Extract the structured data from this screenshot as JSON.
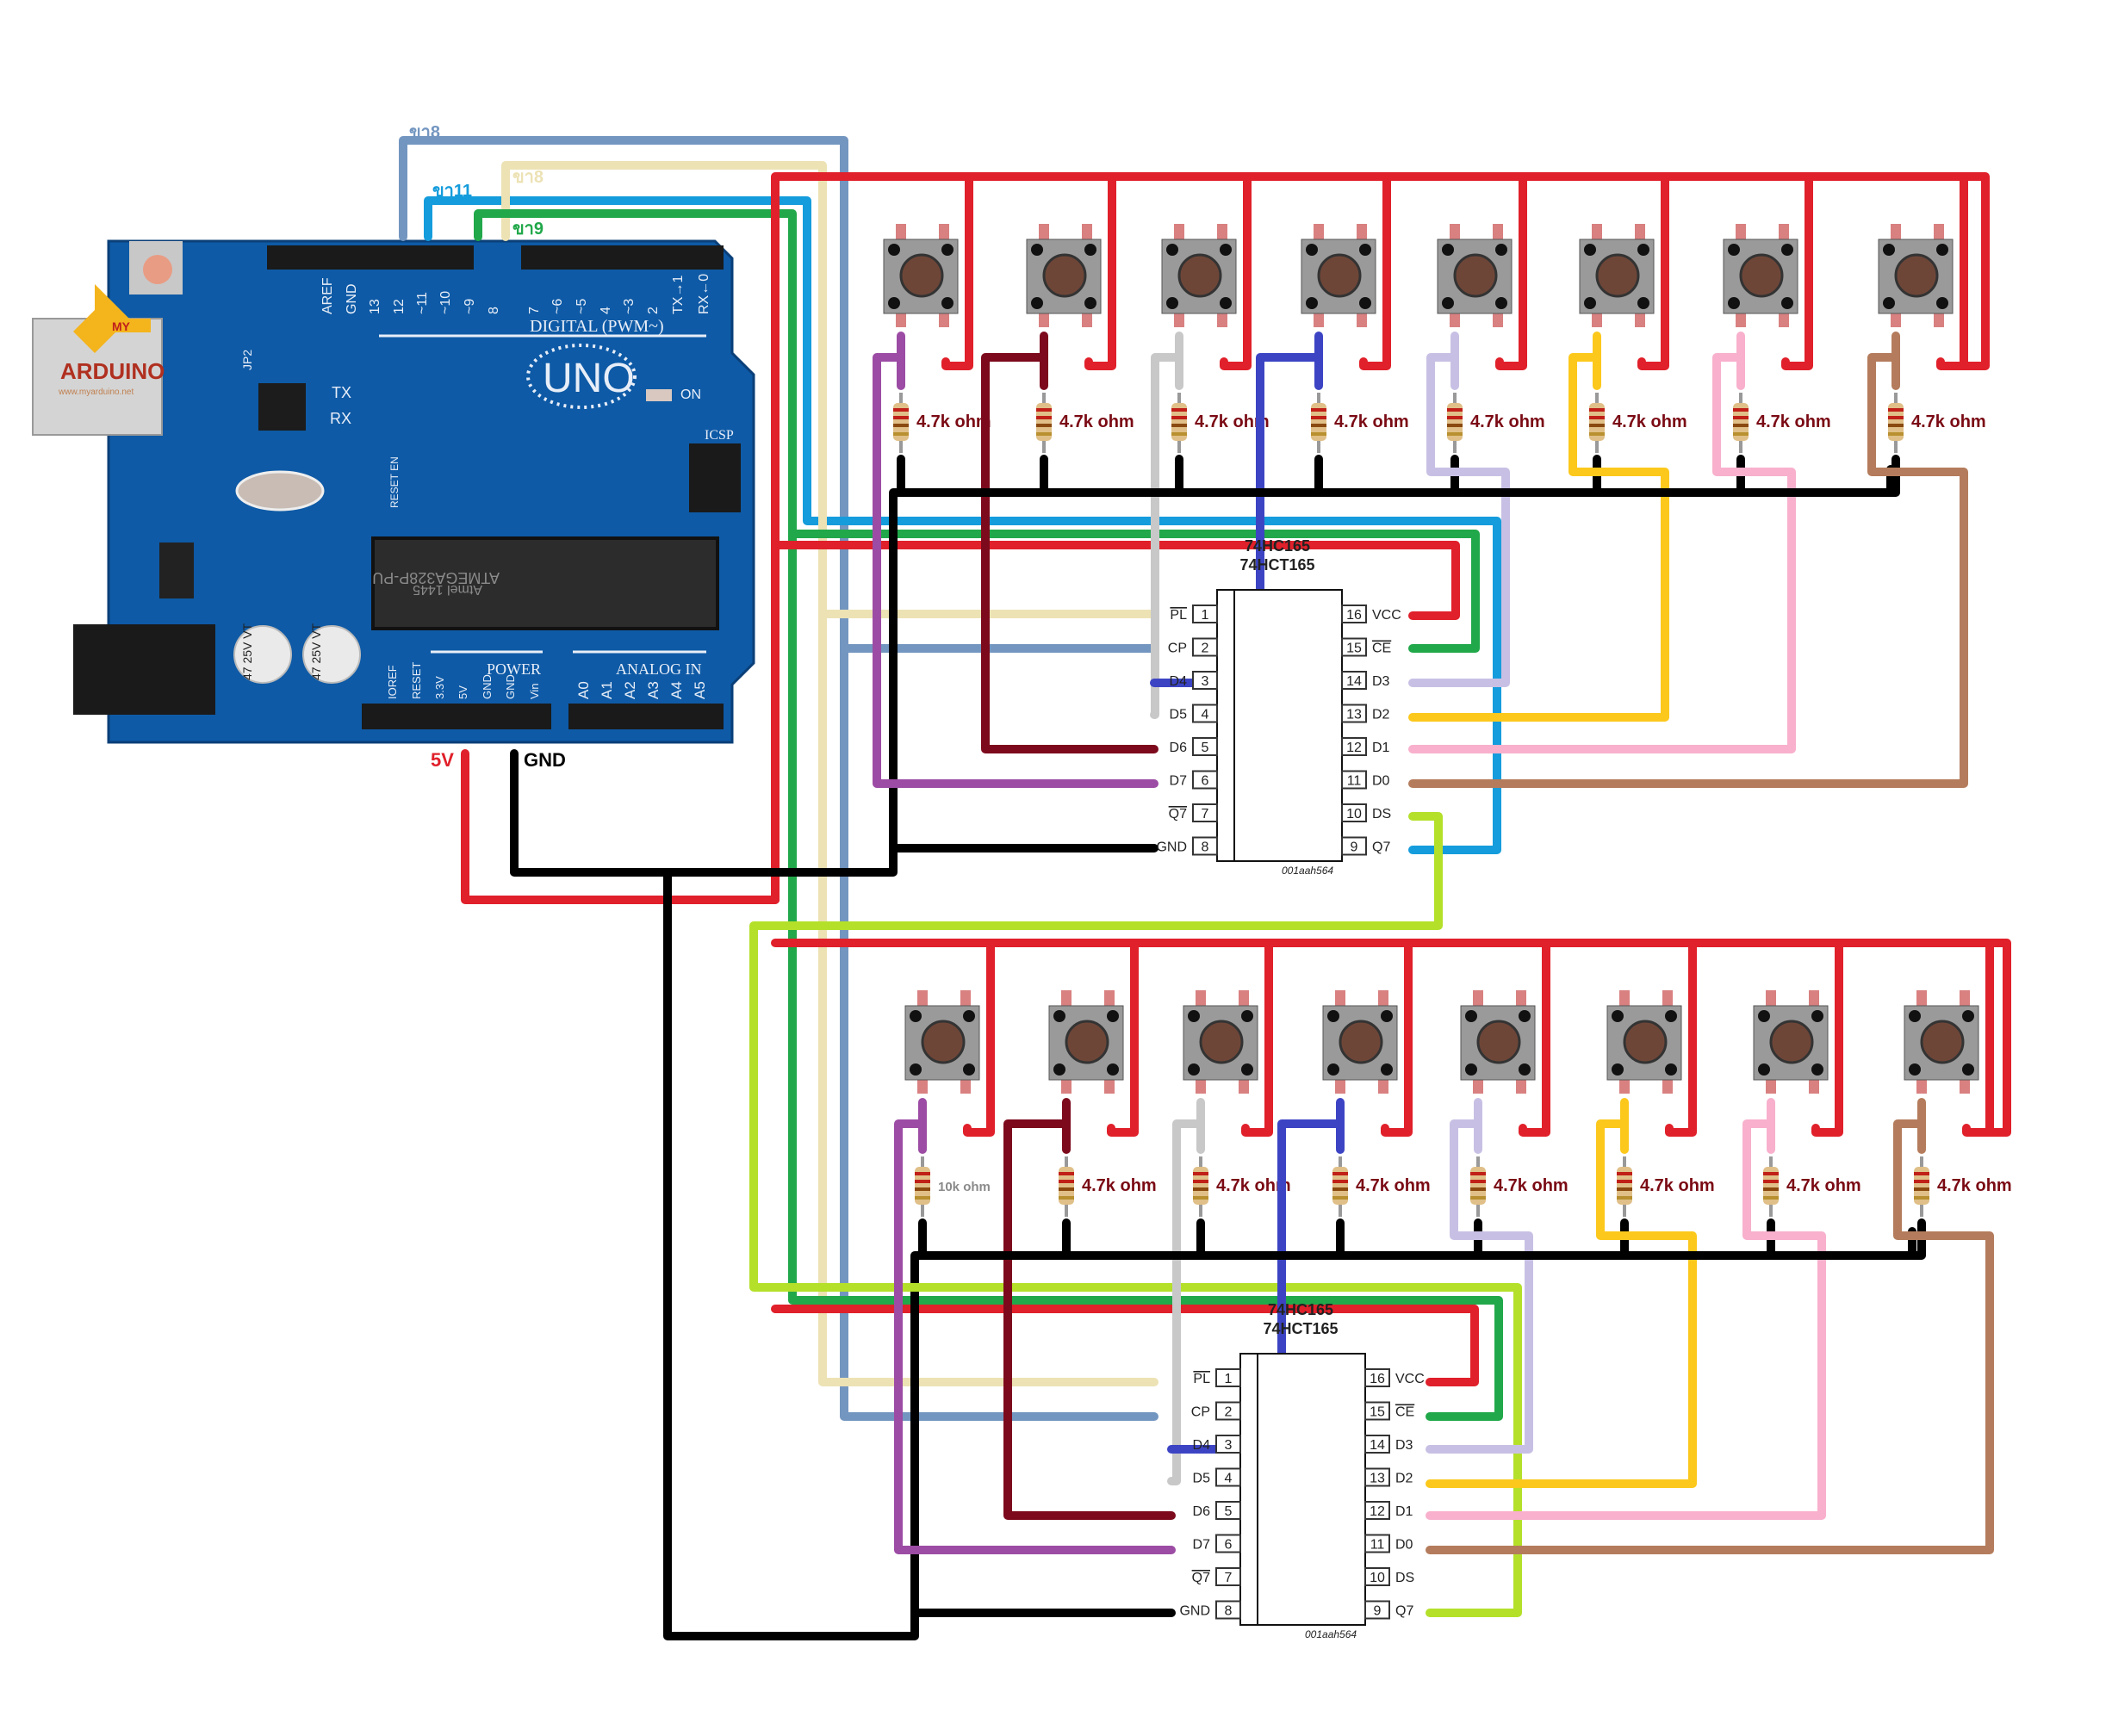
{
  "arduino": {
    "model": "UNO",
    "digital_header_label": "DIGITAL (PWM~)",
    "digital_pins": [
      "AREF",
      "GND",
      "13",
      "12",
      "~11",
      "~10",
      "~9",
      "8",
      "7",
      "~6",
      "~5",
      "4",
      "~3",
      "2",
      "TX→1",
      "RX←0"
    ],
    "power_header_label": "POWER",
    "power_pins": [
      "IOREF",
      "RESET",
      "3.3V",
      "5V",
      "GND",
      "GND",
      "Vin"
    ],
    "analog_header_label": "ANALOG IN",
    "analog_pins": [
      "A0",
      "A1",
      "A2",
      "A3",
      "A4",
      "A5"
    ],
    "mcu_text": "ATMEGA328P-PU",
    "mcu_sub": "Atmel 1445",
    "icsp_label": "ICSP",
    "on_label": "ON",
    "tx_label": "TX",
    "rx_label": "RX",
    "reset_en_label": "RESET EN",
    "jp2_label": "JP2",
    "cap_label": "47 25V VT",
    "watermark_my": "MY",
    "watermark_brand": "ARDUINO",
    "watermark_url": "www.myarduino.net"
  },
  "pin_refs": [
    {
      "label": "ขา8",
      "color": "#7396c0"
    },
    {
      "label": "ขา11",
      "color": "#149cdc"
    },
    {
      "label": "ขา8",
      "color": "#ece2b4"
    },
    {
      "label": "ขา9",
      "color": "#21a84a"
    }
  ],
  "power_labels": {
    "vcc": {
      "label": "5V",
      "color": "#e0202a"
    },
    "gnd": {
      "label": "GND",
      "color": "#000000"
    }
  },
  "chips": [
    {
      "title_line1": "74HC165",
      "title_line2": "74HCT165",
      "code": "001aah564",
      "left_pins": [
        {
          "num": "1",
          "name": "PL",
          "overline": true
        },
        {
          "num": "2",
          "name": "CP",
          "overline": false
        },
        {
          "num": "3",
          "name": "D4",
          "overline": false
        },
        {
          "num": "4",
          "name": "D5",
          "overline": false
        },
        {
          "num": "5",
          "name": "D6",
          "overline": false
        },
        {
          "num": "6",
          "name": "D7",
          "overline": false
        },
        {
          "num": "7",
          "name": "Q7",
          "overline": true
        },
        {
          "num": "8",
          "name": "GND",
          "overline": false
        }
      ],
      "right_pins": [
        {
          "num": "16",
          "name": "VCC",
          "overline": false
        },
        {
          "num": "15",
          "name": "CE",
          "overline": true
        },
        {
          "num": "14",
          "name": "D3",
          "overline": false
        },
        {
          "num": "13",
          "name": "D2",
          "overline": false
        },
        {
          "num": "12",
          "name": "D1",
          "overline": false
        },
        {
          "num": "11",
          "name": "D0",
          "overline": false
        },
        {
          "num": "10",
          "name": "DS",
          "overline": false
        },
        {
          "num": "9",
          "name": "Q7",
          "overline": false
        }
      ]
    },
    {
      "title_line1": "74HC165",
      "title_line2": "74HCT165",
      "code": "001aah564",
      "left_pins": [
        {
          "num": "1",
          "name": "PL",
          "overline": true
        },
        {
          "num": "2",
          "name": "CP",
          "overline": false
        },
        {
          "num": "3",
          "name": "D4",
          "overline": false
        },
        {
          "num": "4",
          "name": "D5",
          "overline": false
        },
        {
          "num": "5",
          "name": "D6",
          "overline": false
        },
        {
          "num": "6",
          "name": "D7",
          "overline": false
        },
        {
          "num": "7",
          "name": "Q7",
          "overline": true
        },
        {
          "num": "8",
          "name": "GND",
          "overline": false
        }
      ],
      "right_pins": [
        {
          "num": "16",
          "name": "VCC",
          "overline": false
        },
        {
          "num": "15",
          "name": "CE",
          "overline": true
        },
        {
          "num": "14",
          "name": "D3",
          "overline": false
        },
        {
          "num": "13",
          "name": "D2",
          "overline": false
        },
        {
          "num": "12",
          "name": "D1",
          "overline": false
        },
        {
          "num": "11",
          "name": "D0",
          "overline": false
        },
        {
          "num": "10",
          "name": "DS",
          "overline": false
        },
        {
          "num": "9",
          "name": "Q7",
          "overline": false
        }
      ]
    }
  ],
  "button_rows": [
    {
      "resistors": [
        "4.7k ohm",
        "4.7k ohm",
        "4.7k ohm",
        "4.7k ohm",
        "4.7k ohm",
        "4.7k ohm",
        "4.7k ohm",
        "4.7k ohm"
      ],
      "data_lines": [
        "D7",
        "D6",
        "D5",
        "D4",
        "D3",
        "D2",
        "D1",
        "D0"
      ]
    },
    {
      "resistors": [
        "10k ohm",
        "4.7k ohm",
        "4.7k ohm",
        "4.7k ohm",
        "4.7k ohm",
        "4.7k ohm",
        "4.7k ohm",
        "4.7k ohm"
      ],
      "data_lines": [
        "D7",
        "D6",
        "D5",
        "D4",
        "D3",
        "D2",
        "D1",
        "D0"
      ]
    }
  ],
  "wire_colors": {
    "vcc": "#e0202a",
    "gnd": "#000000",
    "pl": "#ece2b4",
    "cp": "#7396c0",
    "ce": "#21a84a",
    "q7": "#149cdc",
    "chain": "#b4e02a",
    "d7": "#9c4ca4",
    "d6": "#7c0a1c",
    "d5": "#c8c8c8",
    "d4": "#3c44c4",
    "d3": "#c8c0e4",
    "d2": "#fcc81c",
    "d1": "#f8b0cc",
    "d0": "#b47c5c"
  }
}
